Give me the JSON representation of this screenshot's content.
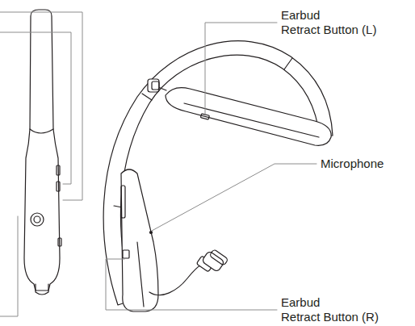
{
  "diagram": {
    "labels": [
      "Earbud Retract Button (L)",
      "Microphone",
      "Earbud Retract Button (R)"
    ]
  }
}
